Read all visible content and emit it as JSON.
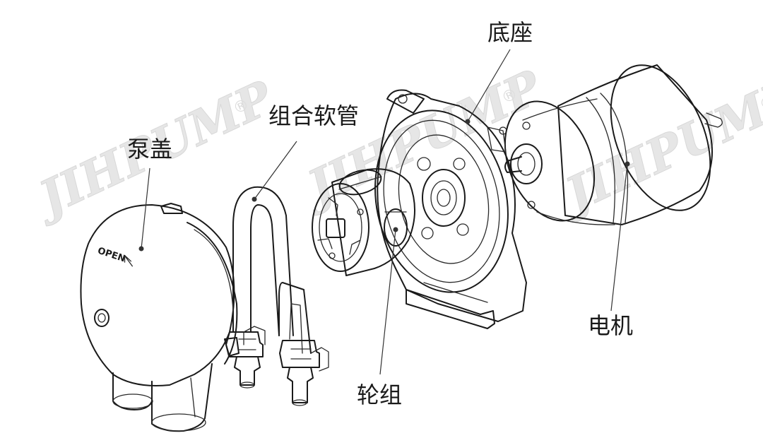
{
  "callouts": {
    "pump_cover": "泵盖",
    "tube_assembly": "组合软管",
    "base": "底座",
    "motor": "电机",
    "rotor": "轮组"
  },
  "cover_marking": "OPEN",
  "watermark": {
    "text": "JIHPUMP",
    "registered": "®",
    "color": "#e6e6e6"
  },
  "colors": {
    "line": "#1a1a1a",
    "fill": "#ffffff"
  }
}
